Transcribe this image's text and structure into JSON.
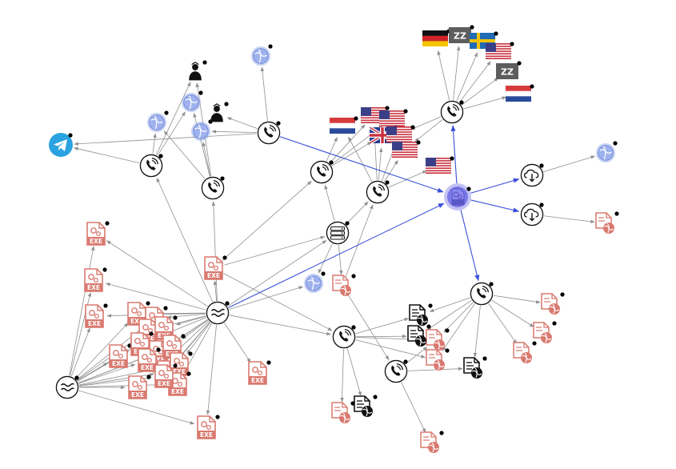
{
  "labels": {
    "exe": "EXE",
    "zz": "ZZ"
  },
  "colors": {
    "edge": "#8f8f8f",
    "edge_highlight": "#3b4fd8",
    "exe_file": "#d9796f",
    "domain_globe": "#8ea3e6",
    "hub_node": "#7b78e8",
    "telegram": "#2aa3e0"
  },
  "nodes": [
    {
      "id": "telegram",
      "icon": "telegram-icon"
    },
    {
      "id": "globe_a",
      "icon": "globe-icon"
    },
    {
      "id": "globe_b",
      "icon": "globe-icon"
    },
    {
      "id": "globe_c",
      "icon": "globe-icon"
    },
    {
      "id": "globe_d",
      "icon": "globe-icon"
    },
    {
      "id": "globe_e",
      "icon": "globe-icon"
    },
    {
      "id": "globe_f",
      "icon": "globe-icon"
    },
    {
      "id": "person_a",
      "icon": "person-icon"
    },
    {
      "id": "person_b",
      "icon": "person-icon"
    },
    {
      "id": "phone_1",
      "icon": "phone-icon"
    },
    {
      "id": "phone_2",
      "icon": "phone-icon"
    },
    {
      "id": "phone_3",
      "icon": "phone-icon"
    },
    {
      "id": "phone_4",
      "icon": "phone-icon"
    },
    {
      "id": "phone_5",
      "icon": "phone-icon"
    },
    {
      "id": "phone_6",
      "icon": "phone-icon"
    },
    {
      "id": "phone_7",
      "icon": "phone-icon"
    },
    {
      "id": "phone_8",
      "icon": "phone-icon"
    },
    {
      "id": "phone_9",
      "icon": "phone-icon"
    },
    {
      "id": "hub",
      "icon": "malware-hub-icon"
    },
    {
      "id": "server",
      "icon": "server-icon"
    },
    {
      "id": "cloud_1",
      "icon": "cloud-download-icon"
    },
    {
      "id": "cloud_2",
      "icon": "cloud-download-icon"
    },
    {
      "id": "wave_1",
      "icon": "wave-icon"
    },
    {
      "id": "wave_2",
      "icon": "wave-icon"
    },
    {
      "id": "flag_de",
      "icon": "flag-germany-icon"
    },
    {
      "id": "flag_se",
      "icon": "flag-sweden-icon"
    },
    {
      "id": "flag_us_1",
      "icon": "flag-usa-icon"
    },
    {
      "id": "flag_us_2",
      "icon": "flag-usa-icon"
    },
    {
      "id": "flag_us_3",
      "icon": "flag-usa-icon"
    },
    {
      "id": "flag_us_4",
      "icon": "flag-usa-icon"
    },
    {
      "id": "flag_us_5",
      "icon": "flag-usa-icon"
    },
    {
      "id": "flag_us_6",
      "icon": "flag-usa-icon"
    },
    {
      "id": "flag_uk",
      "icon": "flag-uk-icon"
    },
    {
      "id": "flag_nl_1",
      "icon": "flag-netherlands-icon"
    },
    {
      "id": "flag_nl_2",
      "icon": "flag-netherlands-icon"
    },
    {
      "id": "zz_1",
      "icon": "unknown-country-icon"
    },
    {
      "id": "zz_2",
      "icon": "unknown-country-icon"
    },
    {
      "id": "webfile_1",
      "icon": "web-file-icon"
    },
    {
      "id": "webfile_2",
      "icon": "web-file-icon"
    },
    {
      "id": "webfile_3",
      "icon": "web-file-icon"
    },
    {
      "id": "webfile_4",
      "icon": "web-file-icon"
    },
    {
      "id": "webfile_5",
      "icon": "web-file-icon"
    },
    {
      "id": "webfile_6",
      "icon": "web-file-icon"
    },
    {
      "id": "webfile_7",
      "icon": "web-file-icon"
    },
    {
      "id": "webfile_8",
      "icon": "web-file-icon"
    },
    {
      "id": "webfile_9",
      "icon": "web-file-icon"
    },
    {
      "id": "docfile_1",
      "icon": "document-web-icon"
    },
    {
      "id": "docfile_2",
      "icon": "document-web-icon"
    },
    {
      "id": "docfile_3",
      "icon": "document-web-icon"
    },
    {
      "id": "docfile_4",
      "icon": "document-web-icon"
    }
  ]
}
